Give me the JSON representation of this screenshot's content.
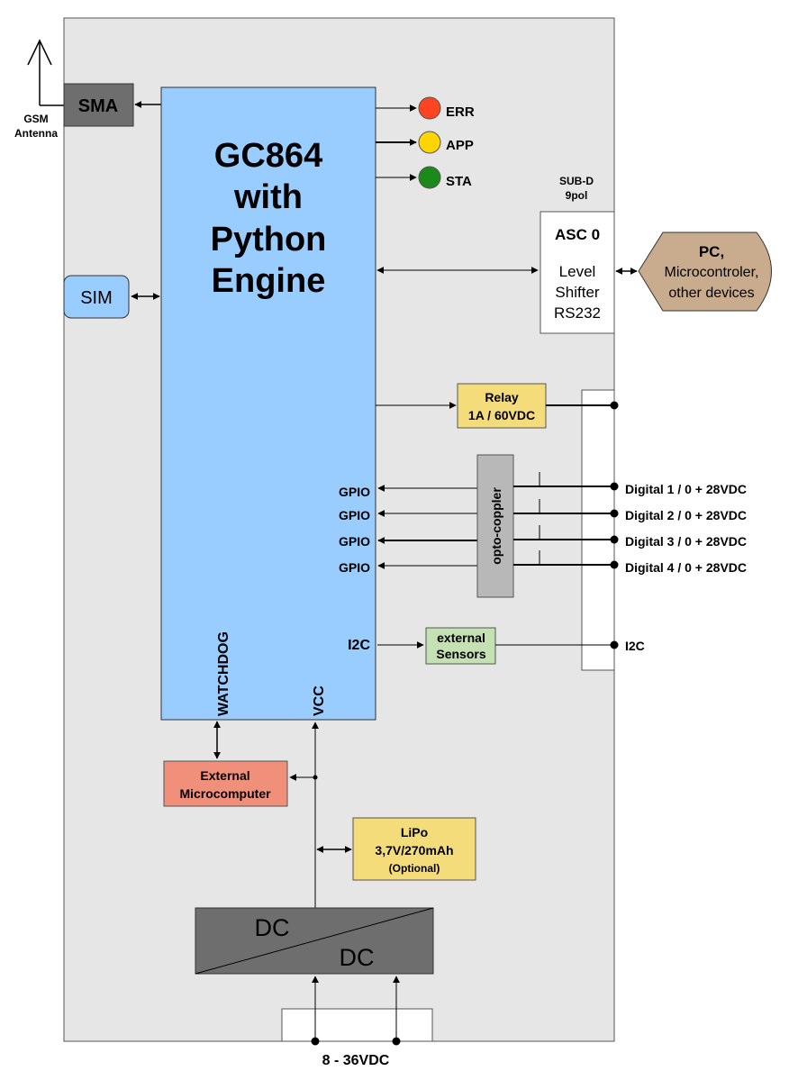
{
  "main_chip": {
    "title_lines": [
      "GC864",
      "with",
      "Python",
      "Engine"
    ],
    "watchdog_label": "WATCHDOG",
    "vcc_label": "VCC",
    "i2c_label": "I2C",
    "gpio_labels": [
      "GPIO",
      "GPIO",
      "GPIO",
      "GPIO"
    ]
  },
  "antenna": {
    "sma_label": "SMA",
    "antenna_lines": [
      "GSM",
      "Antenna"
    ]
  },
  "sim": {
    "label": "SIM"
  },
  "leds": [
    {
      "label": "ERR",
      "color": "#ff4422"
    },
    {
      "label": "APP",
      "color": "#ffd400"
    },
    {
      "label": "STA",
      "color": "#1b8a1b"
    }
  ],
  "serial": {
    "connector_lines": [
      "SUB-D",
      "9pol"
    ],
    "title": "ASC 0",
    "lines": [
      "Level",
      "Shifter",
      "RS232"
    ]
  },
  "pc": {
    "lines": [
      "PC,",
      "Microcontroler,",
      "other devices"
    ]
  },
  "relay": {
    "lines": [
      "Relay",
      "1A / 60VDC"
    ]
  },
  "opto": {
    "label": "opto-coppler"
  },
  "digital_inputs": [
    "Digital 1 / 0 + 28VDC",
    "Digital 2 / 0 + 28VDC",
    "Digital 3 / 0 + 28VDC",
    "Digital 4 / 0 + 28VDC"
  ],
  "sensors": {
    "lines": [
      "external",
      "Sensors"
    ],
    "bus_label": "I2C"
  },
  "ext_micro": {
    "lines": [
      "External",
      "Microcomputer"
    ]
  },
  "lipo": {
    "lines": [
      "LiPo",
      "3,7V/270mAh",
      "(Optional)"
    ]
  },
  "dcdc": {
    "top": "DC",
    "bottom": "DC"
  },
  "power_in": {
    "label": "8 - 36VDC"
  },
  "colors": {
    "board": "#e6e6e6",
    "chip": "#99ccff",
    "sma": "#6e6e6e",
    "dcdc": "#6e6e6e",
    "relay": "#f5dc7a",
    "lipo": "#f5dc7a",
    "sensors": "#c5e0b3",
    "ext_micro": "#f0907a",
    "pc": "#c9ab8e",
    "opto": "#b8b8b8"
  }
}
